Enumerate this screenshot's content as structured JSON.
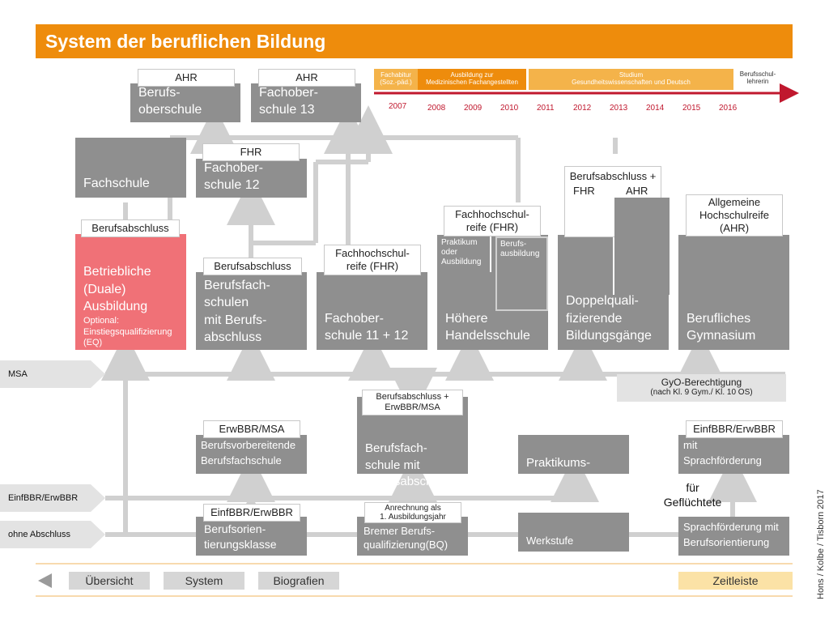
{
  "title": "System der beruflichen Bildung",
  "top_boxes": {
    "berufsoberschule": {
      "label": "Berufs-\noberschule",
      "tag": "AHR"
    },
    "fachoberschule13": {
      "label": "Fachober-\nschule 13",
      "tag": "AHR"
    },
    "fachschule": {
      "label": "Fachschule"
    },
    "fachoberschule12": {
      "label": "Fachober-\nschule 12",
      "tag": "FHR"
    }
  },
  "mid_boxes": {
    "duale": {
      "label": "Betriebliche\n(Duale)\nAusbildung",
      "optional": "Optional:\nEinstiegsqualifizierung\n(EQ)",
      "tag": "Berufsabschluss"
    },
    "berufsfachschulen": {
      "label": "Berufsfach-\nschulen\nmit Berufs-\nabschluss",
      "tag": "Berufsabschluss"
    },
    "fos1112": {
      "label": "Fachober-\nschule 11 + 12",
      "tag": "Fachhochschul-\nreife (FHR)"
    },
    "handelsschule": {
      "label": "Höhere\nHandelsschule",
      "tag": "Fachhochschul-\nreife (FHR)",
      "sub1": "Praktikum\noder\nAusbildung",
      "sub2": "Berufs-\nausbildung"
    },
    "doppel": {
      "label": "Doppelquali-\nfizierende\nBildungsgänge",
      "tag": "Berufsabschluss +",
      "tag_fhr": "FHR",
      "tag_ahr": "AHR"
    },
    "gymnasium": {
      "label": "Berufliches\nGymnasium",
      "tag": "Allgemeine\nHochschulreife\n(AHR)"
    }
  },
  "gyo": {
    "title": "GyO-Berechtigung",
    "subtitle": "(nach Kl. 9 Gym./  Kl. 10 OS)"
  },
  "lower_boxes": {
    "bvfs": {
      "label": "Berufsvorbereitende\nBerufsfachschule",
      "tag": "ErwBBR/MSA"
    },
    "bfs_abschluss": {
      "label": "Berufsfach-\nschule mit\nBerufsabschluss",
      "tag": "Berufsabschluss +\nErwBBR/MSA"
    },
    "praktikum": {
      "label": "Praktikums-\nklasse"
    },
    "bo_sprach": {
      "label": "Berufsorientierung mit\nSprachförderung",
      "tag": "EinfBBR/ErwBBR"
    }
  },
  "fluechtete": "für\nGeflüchtete",
  "bottom_boxes": {
    "bok": {
      "label": "Berufsorien-\ntierungsklasse",
      "tag": "EinfBBR/ErwBBR"
    },
    "bq": {
      "label": "Bremer Berufs-\nqualifizierung(BQ)",
      "tag": "Anrechnung als\n1. Ausbildungsjahr"
    },
    "werkstufe": {
      "label": "Werkstufe"
    },
    "sprach_bo": {
      "label": "Sprachförderung mit\nBerufsorientierung"
    }
  },
  "side_labels": {
    "msa": "MSA",
    "einf": "EinfBBR/ErwBBR",
    "ohne": "ohne Abschluss"
  },
  "timeline": {
    "segments": [
      "Fachabitur\n(Soz.-päd.)",
      "Ausbildung zur\nMedizinischen Fachangestellten",
      "Studium\nGesundheitswissenschaften und Deutsch"
    ],
    "end_label": "Berufsschul-\nlehrerin",
    "years": [
      "2007",
      "2008",
      "2009",
      "2010",
      "2011",
      "2012",
      "2013",
      "2014",
      "2015",
      "2016"
    ]
  },
  "nav": {
    "back_icon": "triangle-left-icon",
    "items": [
      "Übersicht",
      "System",
      "Biografien"
    ],
    "active": "Zeitleiste"
  },
  "credit": "Hons / Kolbe / Tisborn 2017",
  "colors": {
    "orange": "#ee8c0c",
    "grey_box": "#8f8f8f",
    "red_box": "#f07177",
    "connector": "#d0d0d0",
    "timeline_arrow": "#c0182e",
    "active_nav": "#fbe2a6"
  }
}
